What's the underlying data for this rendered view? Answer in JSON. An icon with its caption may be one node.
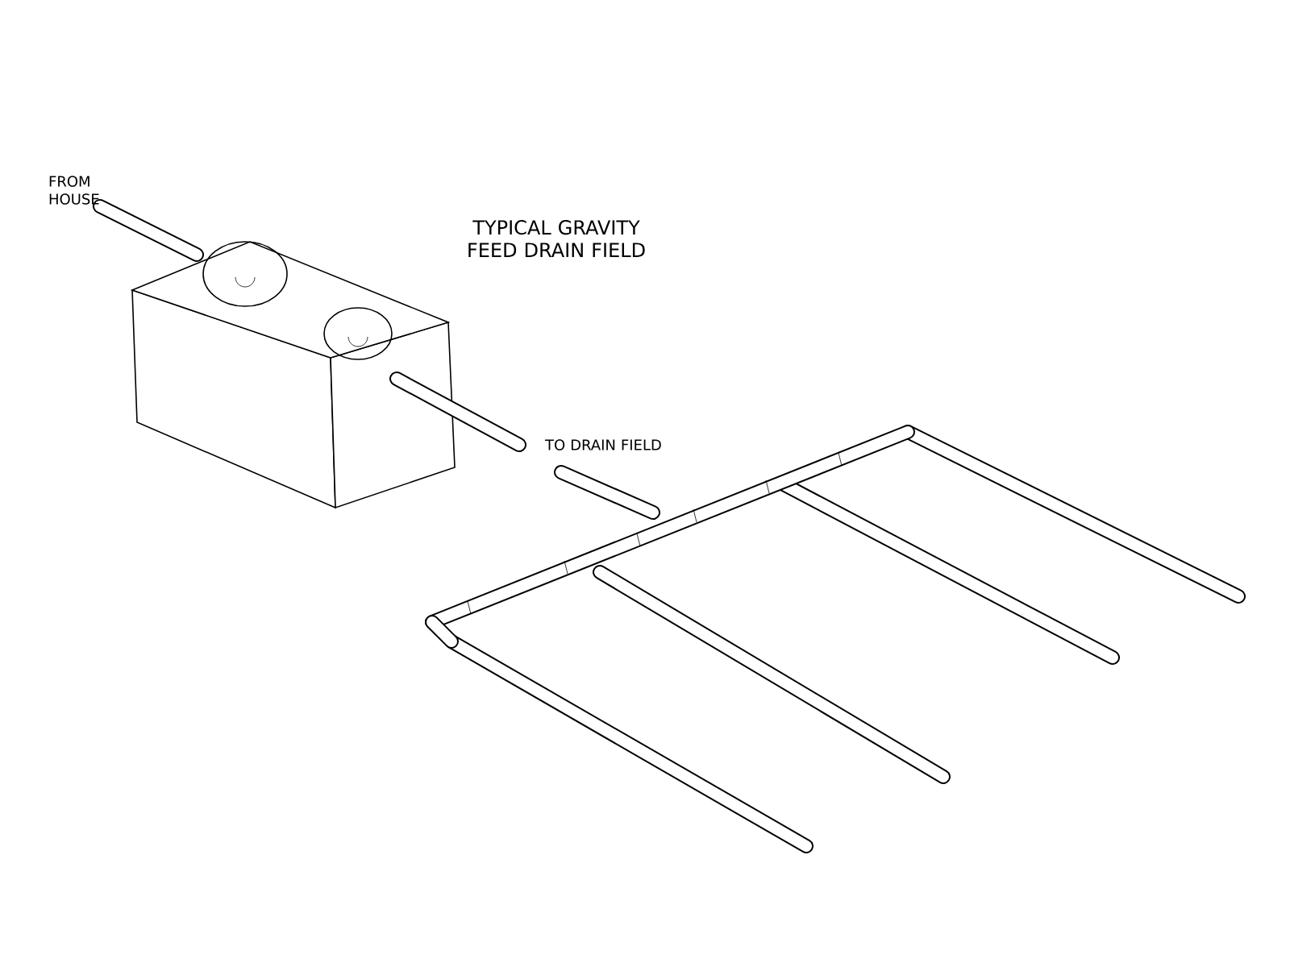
{
  "diagram": {
    "title": "TYPICAL GRAVITY FEED DRAIN FIELD",
    "labels": [
      "FROM HOUSE",
      "TO DRAIN FIELD"
    ]
  }
}
